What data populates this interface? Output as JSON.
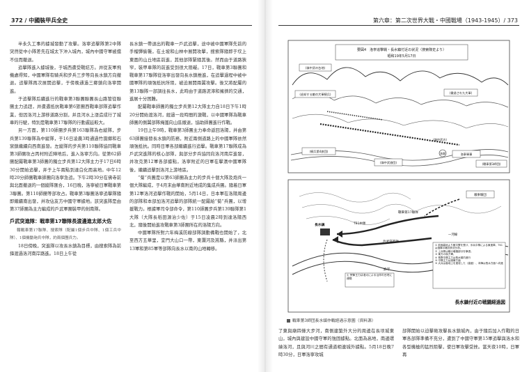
{
  "header": {
    "left": "372 / 中國裝甲兵全史",
    "right": "第六章：第二次世界大戰・中國戰場（1943-1945）/ 373"
  },
  "left_page": {
    "col1": {
      "paragraphs": [
        "半永久工事的據城發動了攻擊。洛寧追擊隊第2中隊突然從中小隊差先在城太下沖入城內，城內中國守軍被擋不住而撤退。",
        "追擊隊進入據城後，于城西遭受戰結方。并從友軍飛機處得知，中國軍隊有騎兵和步兵三步等向長水鎮方向撤退。追擊隊再次展開追擊，于傍晚通過三鄉鎮向洛寧開進。",
        "于追擊隊后續進行的戰車第3聯團聯團長山路管從聯團主力追趕，并遭遇抵抗戰車第6旅團西戰車部隊追擊作業，但因洛河上游移道路分割，并且河水上漲造成行了城車的行駛，特別是戰車第17聯隊的行動遲延較大。",
        "另一方面，第110師團步兵第163聯隊為右縱隊，步兵第139聯隊為中縱隊，于16日凌晨3時通過竹園鄉和石窯鎮繼續向西南進發。左縱隊的步兵第110聯隊協同戰車第3師團攻占丙村附近陣地后，進入洛寧方向。從第62師團配屬戰車第3師團的獨立步兵第12大隊主力于17日6時30分開始追擊，并于上午兩點到達白化雨高地。中午12時20分師團戰車師團向洛寧急追。下午2時30分在佛寺前與北面撤退的一個縱隊匯合，16日晚，洛寧被日軍戰車第3聯團。第110師團等部攻占。戰車第3聯團洛寧追擊隊隨即繼續南出發，并攻佔友方中國守軍據地。該突進隊是由第37師團為主力編成的戶武軍團裝甲的劍南隊。"
      ],
      "section_title": "戶武突進隊：戰車第17聯隊長渡邊進太郎大佐",
      "notes": [
        "轄戰車第17聯隊、搜索隊（配屬1個步兵中隊、1個工兵中隊）、1個機動砲兵中隊，約兩個團兵力。",
        "18日傍晚，突進隊以攻長水鎮為目標，由搜索隊為前鋒渡過洛河南岸路進。18日上午從"
      ]
    },
    "col2": {
      "paragraphs": [
        "長水鎮一帶退出的戰車一戶武追擊，途中被中國軍隊先前的手榴彈偷襲，在土坡和山林中展開攻擊，搜索隊隨即于坎上東面的山丘地區前進，其他部隊緊隨其後。然而由于道路狹窄，裝甲車隊的前進受到很大阻礙。17日，戰車第3聯團和戰車第17聯隊從洛寧出發向長水鎮推進，在追擊過程中被中國軍隊的頑強抵抗所阻，被迫展開兩翼攻擊。後又將配屬的第13聯隊一部調往長水，此時由于道路泥濘和擁擠的交通，進展十分困難。",
        "配屬戰車師團的獨立步兵第12大隊主力自18日下午1時20分開始渡洛河，經過一段時間的激戰，以中國軍隊為戰車師團的側翼部隊掩護向山區撤退，協助師團進行作戰。",
        "19日上午9時，戰車第3師團主力奉命返回洛陽，并由第63師團接替長水鎮的防務，附近兩側道路上的中國軍隊依然頑強抵抗。同時日軍各部繼續進行追擊。戰車第17聯隊成為戶武突進隊的核心部隊，與部分步兵協同向洛河南岸進發，并攻克第12軍各部據點，洛寧附近的日軍在擊潰中國軍隊後，繼續追擊到洛河上游地區。",
        "“菊”兵團是以第63師團為主力的步兵十個大隊及炮兵一個大隊編成，于4月末由華南附近地成的集成兵團。隨着日軍第12軍洛河追擊作戰的開始，5月14日，日本軍在洛陽周邊的部隊和本部加洛河追擊的部隊統一配屬給“菊”兵團，以增援戰力。根據軍司令部命令，第110師團步兵第139聯隊第1大隊（大隊長稻田源治少佐）于15日凌晨2時到達洛陽西北，隨後開始進攻戰車第3師團所在的洛陽方向。",
        "中國軍隊所對六年梅溪防線部隊調動備戰也開始了，北至西方五華里，宜門大山口一帶，東瀾河及嵩縣，并派出第13軍和第85軍等部隊向長水以南的山地轉移。"
      ]
    }
  },
  "right_page": {
    "map1": {
      "title_lines": [
        "要図4　洛寧追撃戦・長水鎮付近の状況（搜索隊史より）",
        "昭和19年5月17日"
      ],
      "labels": [
        "(嶺中武の台地)",
        "(退却する敵の大軍騎兵)",
        "(撤退された大軍)",
        "(騎兵第4旅団)",
        "(嶺中武旅団)",
        "(嶺中武の)",
        "洛寧",
        "洛寧軍事",
        "(戰車第3師団)"
      ]
    },
    "map2": {
      "title": "長水鎮付近の戦闘経過図",
      "labels": [
        "長水鎮",
        "戰車第17聯隊",
        "敵車騎団",
        "戶武突進隊",
        "洛河",
        "一河線",
        "TB1中隊"
      ],
      "legend": [
        "① 前面高地より敵平寮を受け、歩兵中隊による東進車、TK1は洛寧の戦況状況分析。",
        "② 上兵等は敵の増援部分を撃退。",
        "③ 東方の後方軍。",
        "④ 長野中隊主力は長水鎮内進行",
        "⑤ 中隊主力は洛寧方面",
        "⑥ 大兵は高地上を進攻した（高度）、本陣は長水方面へ向進"
      ],
      "note": "① 突撃主力は洛河による沿岸の台地に連絡"
    },
    "caption": "戰車第3師団長水鎮作戰經過示意圖（資料源）",
    "col3": "了東與廟四條大步河，南側建築外大分的周邊在長坝城東山，城內與建設中國守軍的強固據點。北面為高地，南邊環繞洛河，且與河川之間有通道相連城外據點。5月18日晚7時30分，日軍洛寧攻城",
    "col4": "部隊開始以迫擊砲攻擊長水鎮城內，由于隨后加入作戰的日軍各部隊準備不充分，遭到了中國守軍第15軍追擊與洛水和各型機槍的猛烈阻擊，使日軍攻擊受挫。當天夜10時，日軍再"
  }
}
